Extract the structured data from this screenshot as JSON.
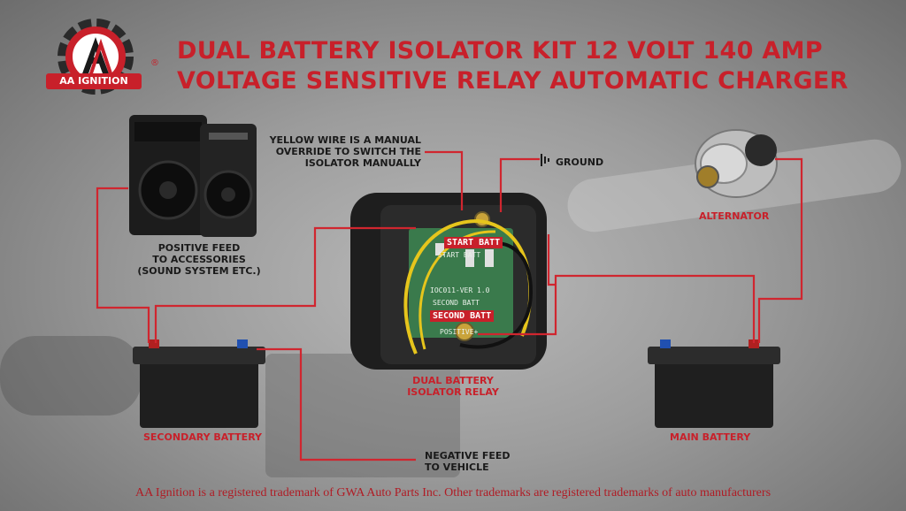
{
  "title_line1": "DUAL BATTERY ISOLATOR KIT 12 VOLT 140 AMP",
  "title_line2": "VOLTAGE SENSITIVE RELAY AUTOMATIC CHARGER",
  "logo": {
    "text": "AA IGNITION",
    "mark": "®",
    "letter": "A"
  },
  "labels": {
    "yellow_wire": [
      "YELLOW WIRE IS A MANUAL",
      "OVERRIDE TO SWITCH THE",
      "ISOLATOR MANUALLY"
    ],
    "ground": "GROUND",
    "alternator": "ALTERNATOR",
    "positive_feed": [
      "POSITIVE FEED",
      "TO ACCESSORIES",
      "(SOUND SYSTEM ETC.)"
    ],
    "relay": [
      "DUAL BATTERY",
      "ISOLATOR RELAY"
    ],
    "secondary_battery": "SECONDARY BATTERY",
    "main_battery": "MAIN BATTERY",
    "negative_feed": [
      "NEGATIVE FEED",
      "TO VEHICLE"
    ]
  },
  "relay_tags": {
    "start": "START BATT",
    "second": "SECOND BATT"
  },
  "board_text": [
    "START BATT",
    "IOC011-VER 1.0",
    "SECOND BATT",
    "POSITIVE+"
  ],
  "footer": "AA Ignition is a registered trademark of GWA Auto Parts Inc. Other trademarks are registered trademarks of auto manufacturers",
  "colors": {
    "brand_red": "#c8202a",
    "wire_red": "#d0262f",
    "yellow_wire": "#e6c51c"
  }
}
